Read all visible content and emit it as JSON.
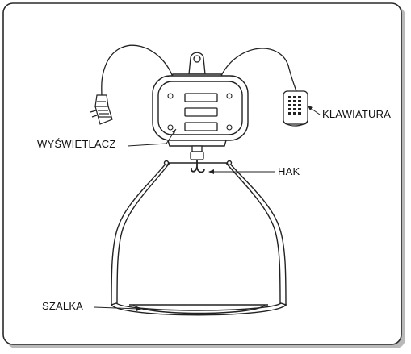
{
  "diagram": {
    "labels": {
      "display": "WYŚWIETLACZ",
      "hook": "HAK",
      "keypad": "KLAWIATURA",
      "pan": "SZALKA"
    }
  }
}
